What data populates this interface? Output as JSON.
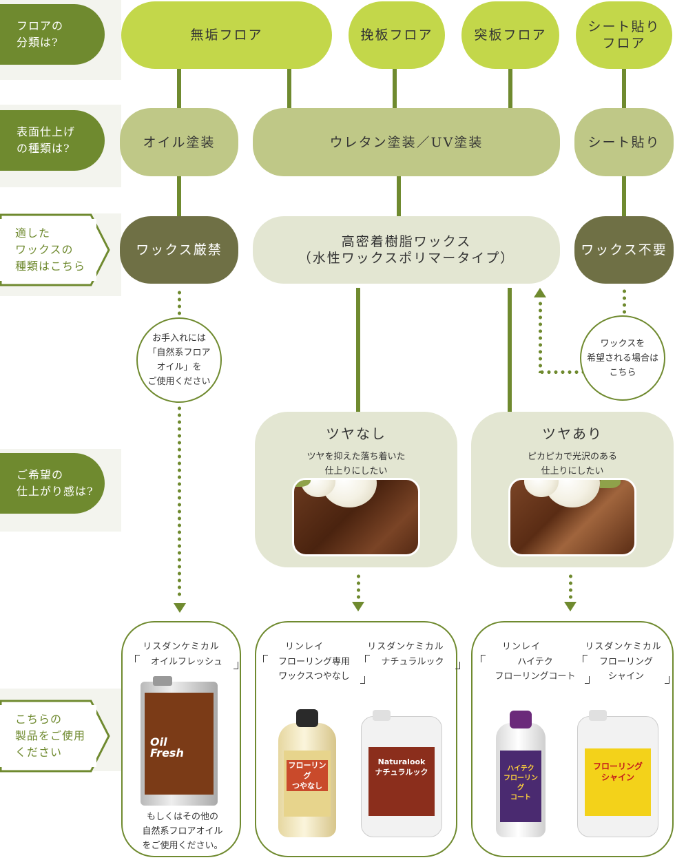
{
  "rows": {
    "floor_type": "フロアの\n分類は?",
    "surface": "表面仕上げ\nの種類は?",
    "wax_type": "適した\nワックスの\n種類はこちら",
    "finish": "ご希望の\n仕上がり感は?",
    "products": "こちらの\n製品をご使用\nください"
  },
  "floors": {
    "muku": "無垢フロア",
    "hikiita": "挽板フロア",
    "tsukiita": "突板フロア",
    "sheet": "シート貼り\nフロア"
  },
  "surfaces": {
    "oil": "オイル塗装",
    "urethane": "ウレタン塗装／UV塗装",
    "sheet": "シート貼り"
  },
  "waxes": {
    "forbidden": "ワックス厳禁",
    "resin": "高密着樹脂ワックス\n（水性ワックスポリマータイプ）",
    "unneeded": "ワックス不要"
  },
  "notes": {
    "oil_care": "お手入れには\n「自然系フロア\nオイル」を\nご使用ください",
    "wax_wish": "ワックスを\n希望される場合は\nこちら"
  },
  "finishes": {
    "matte": {
      "title": "ツヤなし",
      "desc": "ツヤを抑えた落ち着いた\n仕上りにしたい"
    },
    "gloss": {
      "title": "ツヤあり",
      "desc": "ピカピカで光沢のある\n仕上りにしたい"
    }
  },
  "products": {
    "oil": {
      "brand": "リスダンケミカル",
      "name": "オイルフレッシュ",
      "label": "Oil\nFresh",
      "note": "もしくはその他の\n自然系フロアオイル\nをご使用ください。"
    },
    "matte_1": {
      "brand": "リンレイ",
      "name": "フローリング専用\nワックスつやなし",
      "label": "フローリング\nつやなし"
    },
    "matte_2": {
      "brand": "リスダンケミカル",
      "name": "ナチュラルック",
      "label": "Naturalook\nナチュラルック"
    },
    "gloss_1": {
      "brand": "リンレイ",
      "name": "ハイテク\nフローリングコート",
      "label": "ハイテク\nフローリング\nコート"
    },
    "gloss_2": {
      "brand": "リスダンケミカル",
      "name": "フローリング\nシャイン",
      "label": "フローリング\nシャイン"
    }
  },
  "colors": {
    "green": "#6f8a2f",
    "lime": "#c3d74a",
    "olive": "#bfc887",
    "dark": "#6f7045",
    "pale": "#e3e6d2"
  }
}
